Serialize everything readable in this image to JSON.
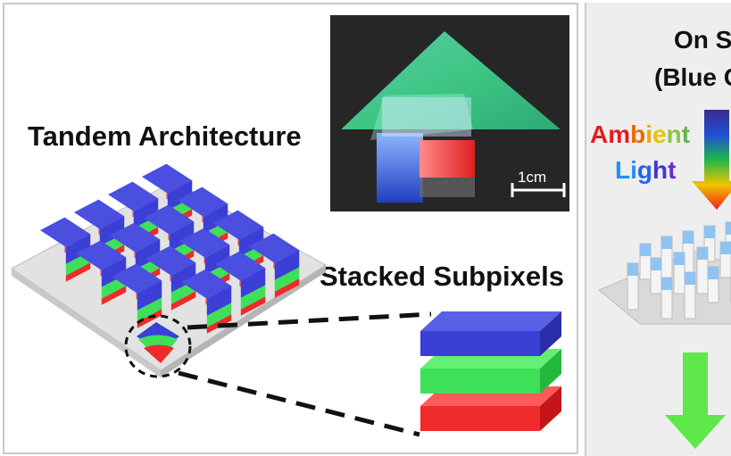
{
  "left_panel": {
    "title": "Tandem Architecture",
    "subtitle": "Stacked Subpixels",
    "scale_label": "1cm"
  },
  "right_panel": {
    "title_line1": "On S",
    "title_line2": "(Blue C",
    "ambient_letters": [
      {
        "ch": "A",
        "color": "#e11d1d"
      },
      {
        "ch": "m",
        "color": "#e11d1d"
      },
      {
        "ch": "b",
        "color": "#f06a00"
      },
      {
        "ch": "i",
        "color": "#f0a800"
      },
      {
        "ch": "e",
        "color": "#e8c400"
      },
      {
        "ch": "n",
        "color": "#8cc63f"
      },
      {
        "ch": "t",
        "color": "#6ab04c"
      }
    ],
    "light_letters": [
      {
        "ch": "L",
        "color": "#1e90ff"
      },
      {
        "ch": "i",
        "color": "#1e90ff"
      },
      {
        "ch": "g",
        "color": "#2563eb"
      },
      {
        "ch": "h",
        "color": "#4338ca"
      },
      {
        "ch": "t",
        "color": "#6d28d9"
      }
    ]
  },
  "colors": {
    "blue_layer": "#3b3fd6",
    "green_layer": "#3ee05a",
    "red_layer": "#ee2a2a",
    "down_arrow": "#5ee84a"
  }
}
